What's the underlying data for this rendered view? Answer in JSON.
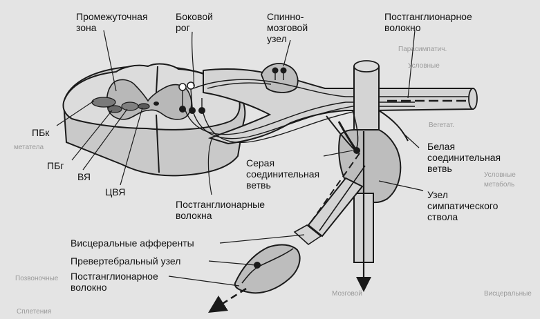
{
  "labels": {
    "intermediate_zone": "Промежуточная\nзона",
    "lateral_horn": "Боковой\nрог",
    "spinal_ganglion": "Спинно-\nмозговой\nузел",
    "postganglionic_fiber_top": "Постганглионарное\nволокно",
    "pbk": "ПБк",
    "pbg": "ПБг",
    "vya": "ВЯ",
    "tsvya": "ЦВЯ",
    "gray_ramus": "Серая\nсоединительная\nветвь",
    "white_ramus": "Белая\nсоединительная\nветвь",
    "sympathetic_ganglion": "Узел\nсимпатического\nствола",
    "postganglionic_fibers": "Постганглионарные\nволокна",
    "visceral_afferents": "Висцеральные афференты",
    "prevertebral_ganglion": "Превертебральный узел",
    "postganglionic_fiber_bottom": "Постганглионарное\nволокно"
  },
  "background_text": {
    "t1": "Парасимпатич.",
    "t2": "Условные",
    "t3": "метатела",
    "t4": "Вегетат.",
    "t5": "Условные",
    "t6": "метаболь",
    "t7": "Позвоночные",
    "t8": "Сплетения",
    "t9": "Мозговой",
    "t10": "Висцеральные"
  },
  "colors": {
    "ink": "#1a1a1a",
    "cord_gray": "#c9c9c9",
    "cord_top": "#dcdcdc",
    "grey_matter": "#b8b8b8",
    "nerve_fill": "#d4d4d4",
    "ganglion_fill": "#bdbdbd",
    "paper": "#e4e4e4"
  }
}
